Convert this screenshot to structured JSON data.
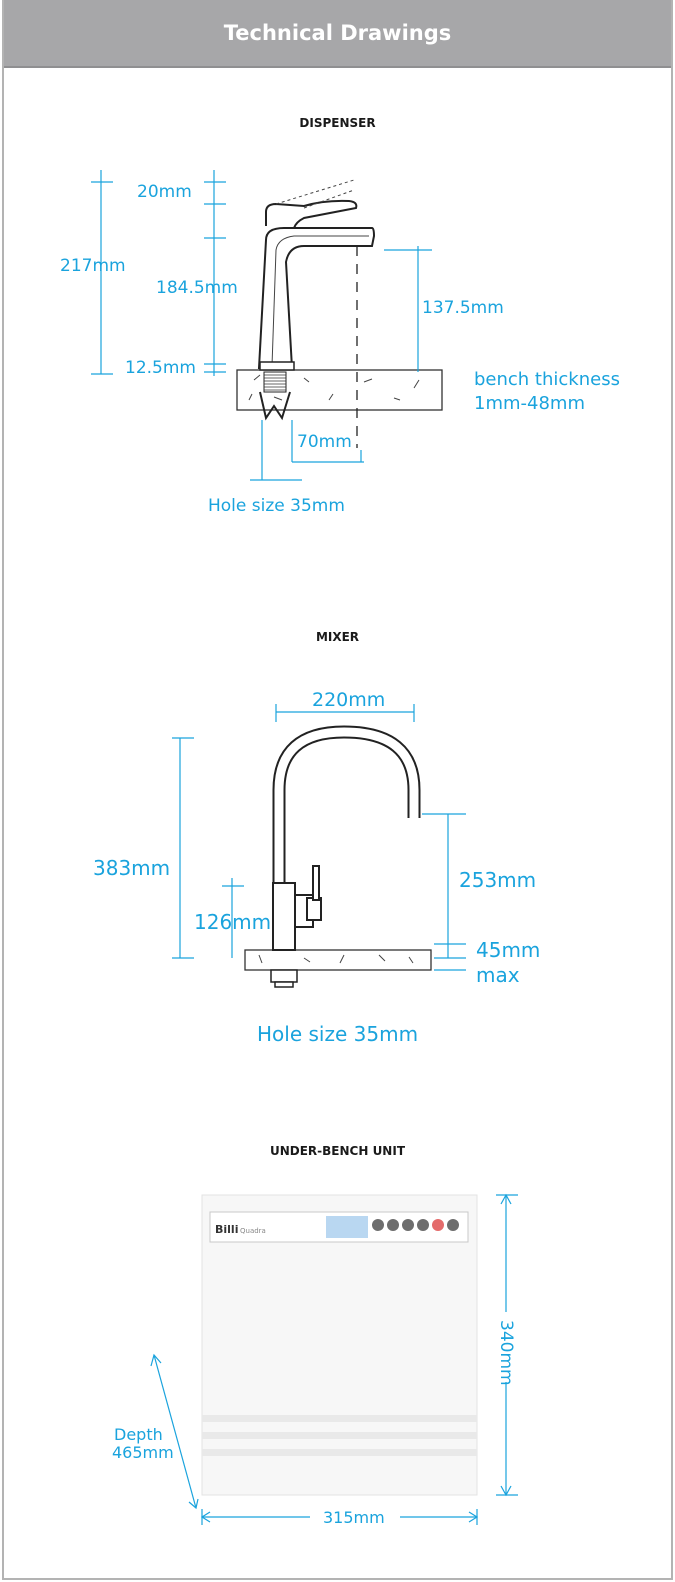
{
  "header": {
    "title": "Technical Drawings"
  },
  "dispenser": {
    "title": "DISPENSER",
    "dims": {
      "lever": "20mm",
      "total": "217mm",
      "body": "184.5mm",
      "base": "12.5mm",
      "spout": "137.5mm",
      "bench": "bench thickness",
      "bench_range": "1mm-48mm",
      "offset": "70mm",
      "hole": "Hole size 35mm"
    }
  },
  "mixer": {
    "title": "MIXER",
    "dims": {
      "reach": "220mm",
      "total": "383mm",
      "spout": "253mm",
      "lever": "126mm",
      "bench": "45mm",
      "bench_max": "max",
      "hole": "Hole size 35mm"
    }
  },
  "underbench": {
    "title": "UNDER-BENCH UNIT",
    "brand": "Billi",
    "model": "Quadra",
    "dims": {
      "height": "340mm",
      "depth_label": "Depth",
      "depth": "465mm",
      "width": "315mm"
    }
  },
  "colors": {
    "dimension": "#1aa3dd",
    "header": "#a7a7a9"
  }
}
